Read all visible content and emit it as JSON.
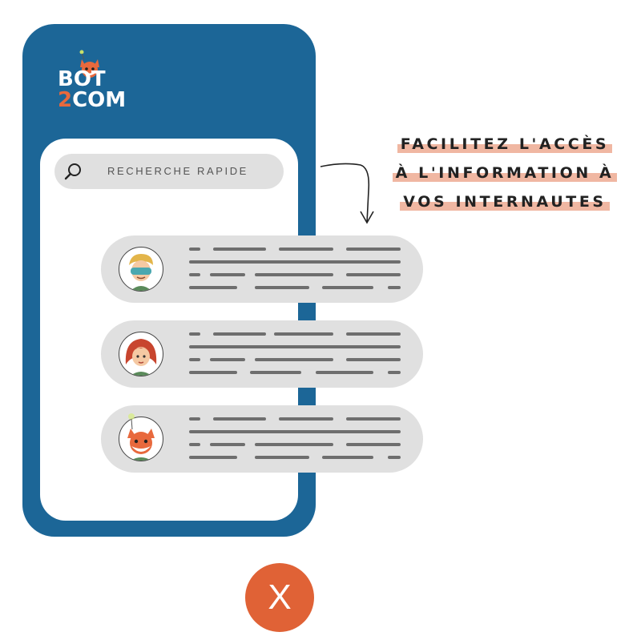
{
  "logo": {
    "line1": "BOT",
    "line2_num": "2",
    "line2_text": "COM"
  },
  "search": {
    "label": "RECHERCHE RAPIDE"
  },
  "headline": {
    "line1": "FACILITEZ L'ACCÈS",
    "line2": "À L'INFORMATION À",
    "line3": "VOS INTERNAUTES"
  },
  "cards": [
    {
      "avatar": "blond-boy-avatar"
    },
    {
      "avatar": "red-haired-girl-avatar"
    },
    {
      "avatar": "fox-avatar"
    }
  ],
  "close_button": {
    "label": "X"
  },
  "colors": {
    "phone": "#1c6697",
    "accent": "#e06236",
    "highlight": "#f0b7a2",
    "card": "#e0e0e0"
  },
  "icons": [
    "fox-icon",
    "search-icon",
    "curved-arrow-icon",
    "close-icon"
  ]
}
